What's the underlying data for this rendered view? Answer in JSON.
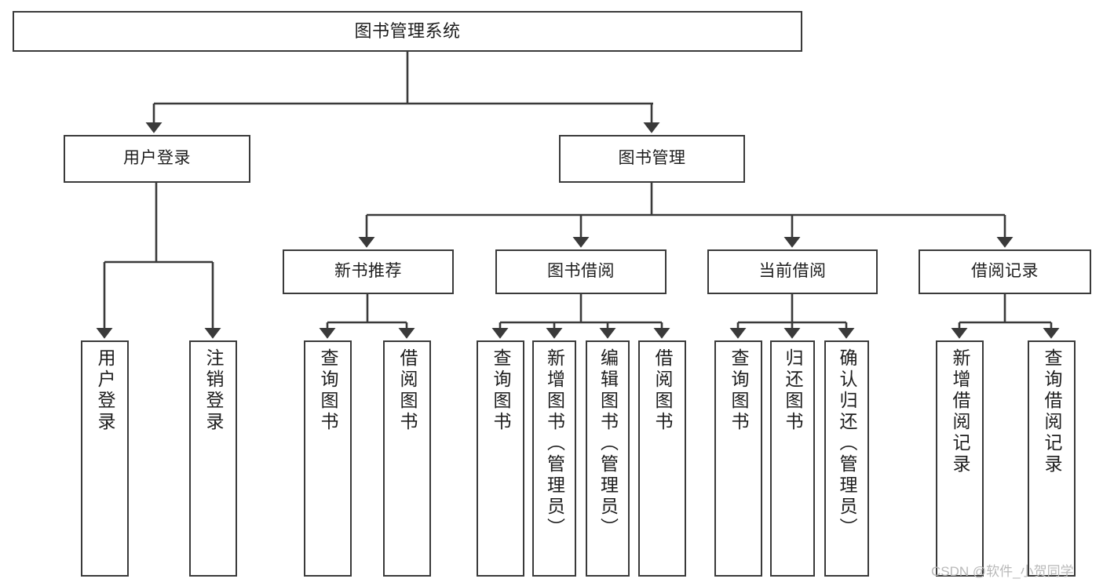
{
  "diagram": {
    "title": "图书管理系统",
    "type": "tree-hierarchy",
    "watermark": "CSDN @软件_小贺同学",
    "colors": {
      "stroke": "#3a3a3a",
      "fill": "#ffffff",
      "text": "#1d1d1d",
      "watermark": "#b9b9b9"
    },
    "levels": {
      "root_label": "图书管理系统",
      "level2": [
        "用户登录",
        "图书管理"
      ],
      "level3": [
        "新书推荐",
        "图书借阅",
        "当前借阅",
        "借阅记录"
      ]
    },
    "nodes": {
      "root": {
        "label": "图书管理系统"
      },
      "user_login": {
        "label": "用户登录"
      },
      "book_manage": {
        "label": "图书管理"
      },
      "new_book_rec": {
        "label": "新书推荐"
      },
      "book_borrow": {
        "label": "图书借阅"
      },
      "current_borrow": {
        "label": "当前借阅"
      },
      "borrow_record": {
        "label": "借阅记录"
      },
      "leaf_user_login": {
        "label": "用户登录"
      },
      "leaf_logout": {
        "label": "注销登录"
      },
      "leaf_query_book_1": {
        "label": "查询图书"
      },
      "leaf_borrow_book_1": {
        "label": "借阅图书"
      },
      "leaf_query_book_2": {
        "label": "查询图书"
      },
      "leaf_add_book_admin": {
        "label": "新增图书（管理员）"
      },
      "leaf_edit_book_admin": {
        "label": "编辑图书（管理员）"
      },
      "leaf_borrow_book_2": {
        "label": "借阅图书"
      },
      "leaf_query_book_3": {
        "label": "查询图书"
      },
      "leaf_return_book": {
        "label": "归还图书"
      },
      "leaf_confirm_return_admin": {
        "label": "确认归还（管理员）"
      },
      "leaf_add_record": {
        "label": "新增借阅记录"
      },
      "leaf_query_record": {
        "label": "查询借阅记录"
      }
    }
  }
}
